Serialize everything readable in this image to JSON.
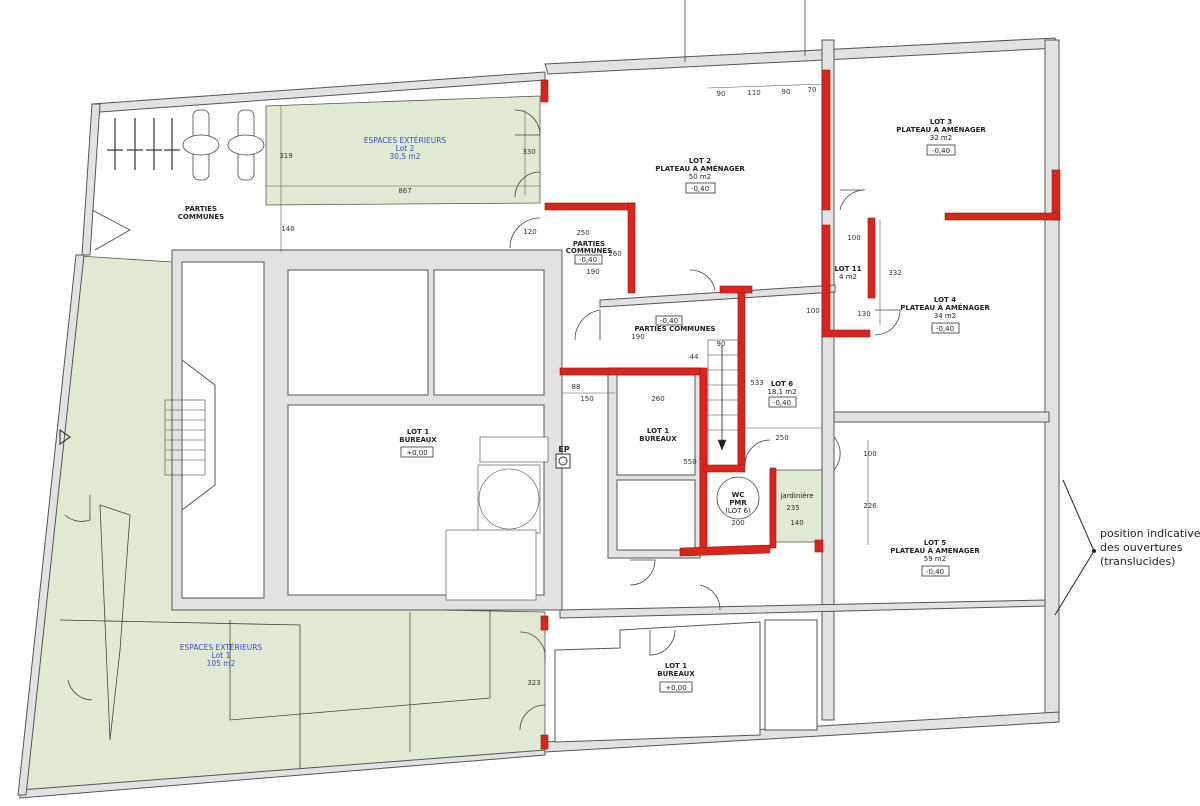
{
  "exterior_lot2": {
    "title": "ESPACES EXTÉRIEURS",
    "lot": "Lot 2",
    "area": "30,5 m2"
  },
  "exterior_lot1": {
    "title": "ESPACES EXTÉRIEURS",
    "lot": "Lot 1",
    "area": "105 m2"
  },
  "common_nw": {
    "line1": "PARTIES",
    "line2": "COMMUNES"
  },
  "common_center": {
    "line1": "PARTIES",
    "line2": "COMMUNES",
    "level": "-0,40"
  },
  "common_mid": {
    "label": "PARTIES COMMUNES",
    "level": "-0,40"
  },
  "lot2": {
    "title": "LOT 2",
    "subtitle": "PLATEAU À AMÉNAGER",
    "area": "50 m2",
    "level": "-0,40"
  },
  "lot3": {
    "title": "LOT 3",
    "subtitle": "PLATEAU À AMÉNAGER",
    "area": "32 m2",
    "level": "-0,40"
  },
  "lot4": {
    "title": "LOT 4",
    "subtitle": "PLATEAU À AMÉNAGER",
    "area": "34 m2",
    "level": "-0,40"
  },
  "lot5": {
    "title": "LOT 5",
    "subtitle": "PLATEAU À AMÉNAGER",
    "area": "59 m2",
    "level": "-0,40"
  },
  "lot6": {
    "title": "LOT 6",
    "area": "18,1 m2",
    "level": "-0,40"
  },
  "lot11": {
    "title": "LOT 11",
    "area": "4 m2"
  },
  "lot1_main": {
    "title": "LOT 1",
    "subtitle": "BUREAUX",
    "level": "+0,00"
  },
  "lot1_small": {
    "title": "LOT 1",
    "subtitle": "BUREAUX"
  },
  "lot1_south": {
    "title": "LOT 1",
    "subtitle": "BUREAUX",
    "level": "+0,00"
  },
  "wc": {
    "line1": "WC",
    "line2": "PMR",
    "line3": "(LOT 6)"
  },
  "planter": "jardinière",
  "ep_label": "EP",
  "annotation": {
    "line1": "position indicative",
    "line2": "des ouvertures",
    "line3": "(translucides)"
  },
  "dimensions": {
    "d319": "319",
    "d867": "867",
    "d330": "330",
    "d140": "140",
    "d120": "120",
    "d250a": "250",
    "d260a": "260",
    "d190a": "190",
    "d90a": "90",
    "d110": "110",
    "d90b": "90",
    "d70": "70",
    "d100a": "100",
    "d130": "130",
    "d332": "332",
    "d100b": "100",
    "d100c": "100",
    "d226": "226",
    "d190b": "190",
    "d90c": "90",
    "d44": "44",
    "d88": "88",
    "d150": "150",
    "d260b": "260",
    "d550": "550",
    "d533": "533",
    "d250b": "250",
    "d200": "200",
    "d235": "235",
    "d140b": "140",
    "d323": "323"
  },
  "colors": {
    "new_walls": "#d9261c",
    "exterior": "#e0ead2",
    "existing_walls": "#e2e2e2",
    "exterior_text": "#3a4fc8"
  }
}
